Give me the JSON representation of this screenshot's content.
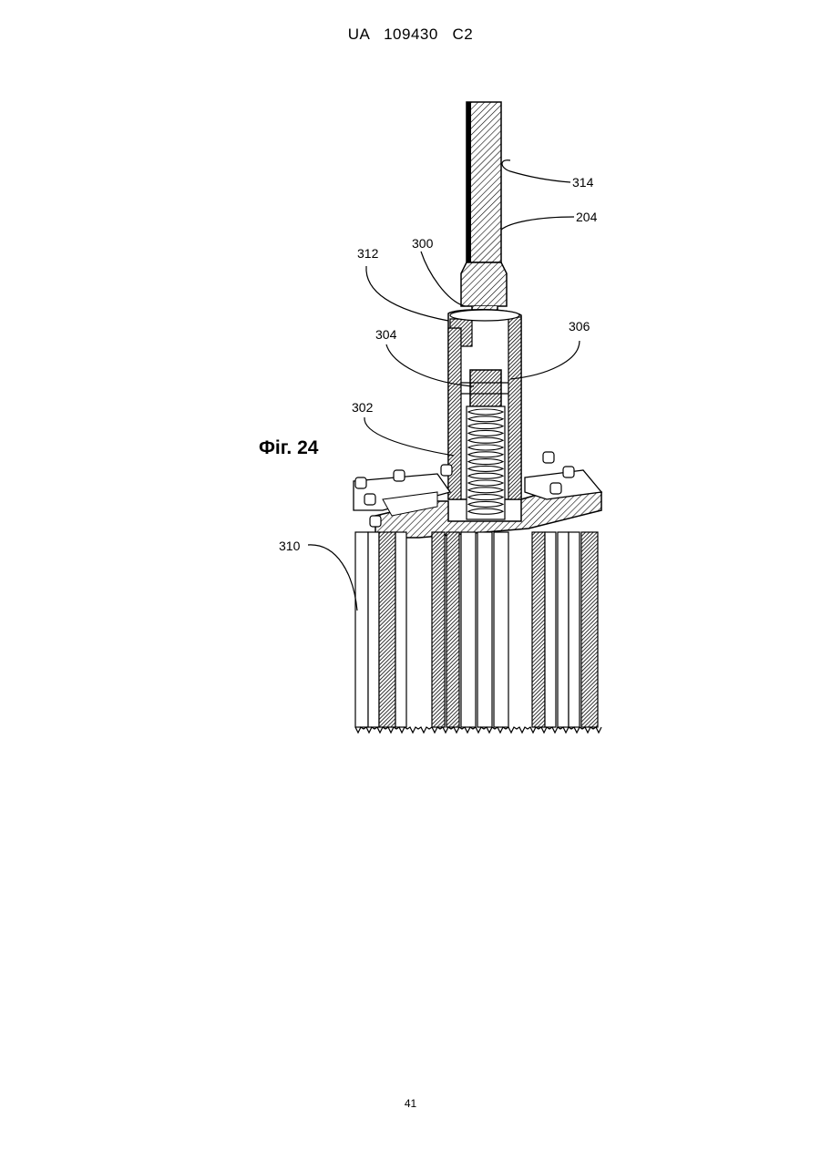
{
  "header": {
    "text": "UA   109430   C2"
  },
  "figure": {
    "label": "Фіг. 24",
    "refs": {
      "r314": "314",
      "r204": "204",
      "r312": "312",
      "r300": "300",
      "r304": "304",
      "r306": "306",
      "r302": "302",
      "r310": "310"
    }
  },
  "footer": {
    "page_number": "41"
  }
}
